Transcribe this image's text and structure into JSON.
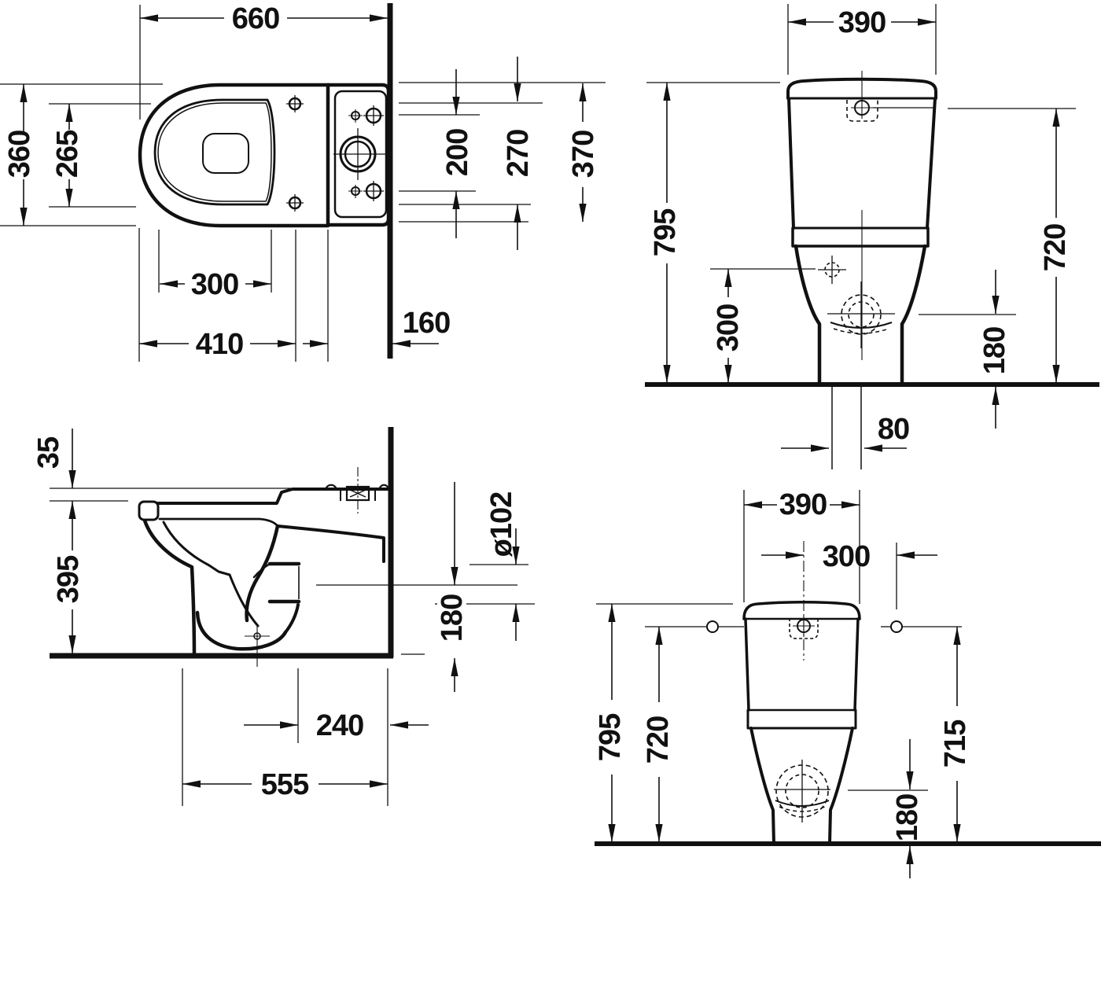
{
  "meta": {
    "drawing_type": "sanitary-ware technical drawing, four orthographic views of a close-coupled toilet",
    "colors": {
      "ink": "#111111",
      "background": "#ffffff"
    }
  },
  "views": {
    "plan": {
      "name": "plan view (top)",
      "dims": {
        "overall_length": "660",
        "overall_width": "360",
        "seat_inner_width": "265",
        "seat_fixing_pitch": "300",
        "front_to_fixing": "410",
        "outlet_wall_distance": "160",
        "inlet_hole_pitch": "200",
        "fixing_hole_pitch": "270",
        "tank_depth": "370"
      }
    },
    "front": {
      "name": "front view",
      "dims": {
        "tank_width": "390",
        "total_height": "795",
        "side_hole_height": "300",
        "tank_hole_height": "720",
        "outlet_height": "180",
        "outlet_offset": "80"
      }
    },
    "side": {
      "name": "side section view",
      "dims": {
        "seat_profile_height": "35",
        "bowl_height": "395",
        "outlet_diameter": "ø102",
        "outlet_center_height": "180",
        "outlet_to_wall": "240",
        "bowl_front_to_wall": "555"
      }
    },
    "rear": {
      "name": "rear view",
      "dims": {
        "tank_width": "390",
        "center_to_side_hole": "300",
        "total_height": "795",
        "left_hole_height": "720",
        "right_hole_height": "715",
        "outlet_height": "180"
      }
    }
  }
}
